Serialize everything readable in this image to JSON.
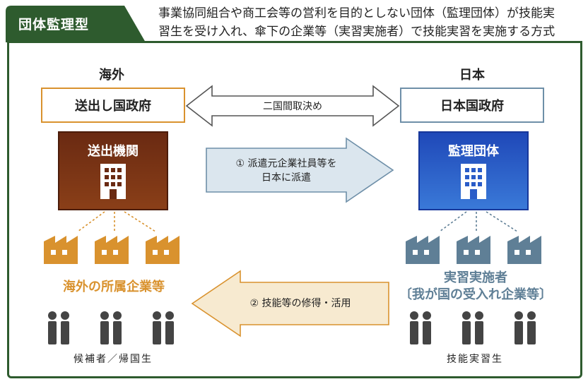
{
  "header": {
    "tag": "団体監理型",
    "description_line1": "事業協同組合や商工会等の営利を目的としない団体（監理団体）が技能実",
    "description_line2": "習生を受け入れ、傘下の企業等（実習実施者）で技能実習を実施する方式"
  },
  "left": {
    "region": "海外",
    "government": "送出し国政府",
    "organization": "送出機関",
    "companies_label": "海外の所属企業等",
    "people_label": "候補者／帰国生"
  },
  "right": {
    "region": "日本",
    "government": "日本国政府",
    "organization": "監理団体",
    "companies_label_line1": "実習実施者",
    "companies_label_line2": "〔我が国の受入れ企業等〕",
    "people_label": "技能実習生"
  },
  "arrows": {
    "agreement": "二国間取決め",
    "dispatch_line1": "① 派遣元企業社員等を",
    "dispatch_line2": "日本に派遣",
    "skills": "② 技能等の修得・活用"
  },
  "colors": {
    "brand_green": "#2e5b2e",
    "left_accent": "#d9922e",
    "right_accent": "#5f7f96",
    "sending_org": "#6a2a12",
    "supervising_org": "#1f48b8"
  }
}
